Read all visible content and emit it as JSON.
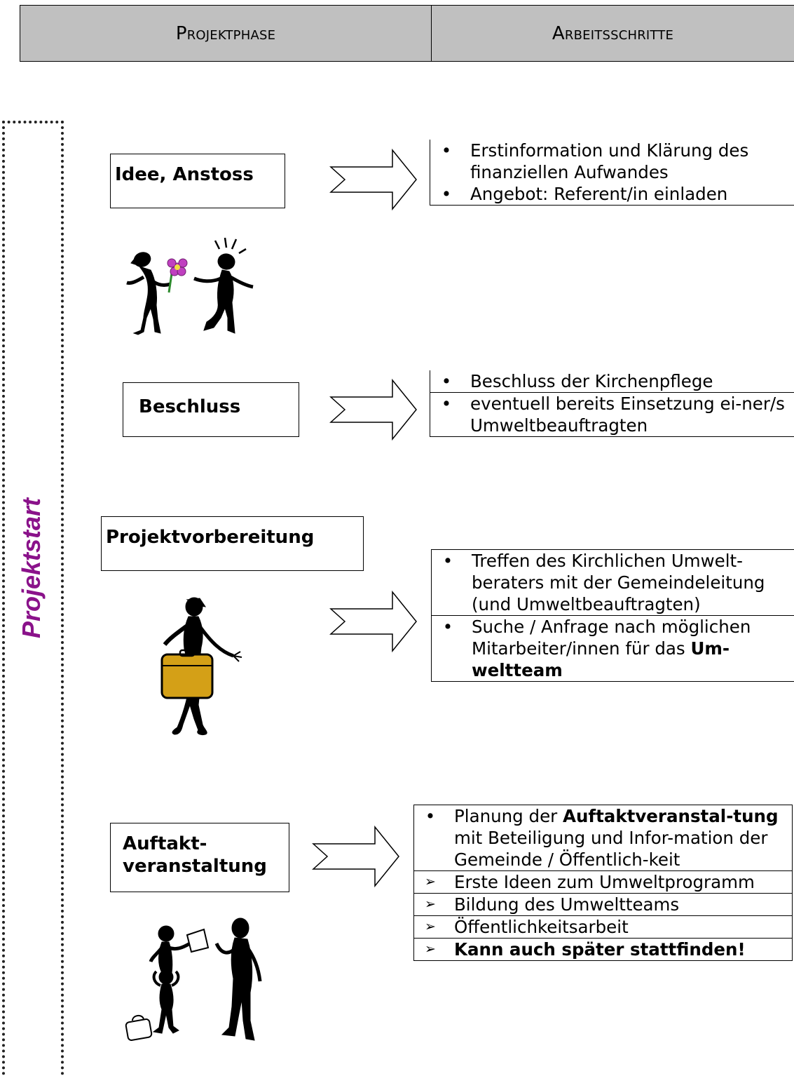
{
  "header": {
    "left_label": "Projektphase",
    "right_label": "Arbeitsschritte"
  },
  "side_label": "Projektstart",
  "phases": [
    {
      "label": "Idee, Anstoss",
      "steps": [
        {
          "marker": "•",
          "text": "Erstinformation und Klärung des finanziellen Aufwandes"
        },
        {
          "marker": "•",
          "text": "Angebot: Referent/in einladen"
        }
      ]
    },
    {
      "label": "Beschluss",
      "steps": [
        {
          "marker": "•",
          "text": "Beschluss der Kirchenpflege"
        },
        {
          "marker": "•",
          "text": "eventuell bereits Einsetzung ei-ner/s Umweltbeauftragten"
        }
      ]
    },
    {
      "label": "Projektvorbereitung",
      "steps": [
        {
          "marker": "•",
          "text": "Treffen des Kirchlichen Umwelt-beraters mit der Gemeindeleitung (und Umweltbeauftragten)"
        },
        {
          "marker": "•",
          "text_before": "Suche / Anfrage nach möglichen Mitarbeiter/innen für das ",
          "text_bold": "Um-weltteam"
        }
      ]
    },
    {
      "label": "Auftakt-veranstaltung",
      "label_line1": "Auftakt-",
      "label_line2": "veranstaltung",
      "steps": [
        {
          "marker": "•",
          "text_before": "Planung der ",
          "text_bold": "Auftaktveranstal-tung",
          "text_after": "  mit Beteiligung und Infor-mation der Gemeinde / Öffentlich-keit"
        },
        {
          "marker": "➢",
          "text": "Erste Ideen zum Umweltprogramm"
        },
        {
          "marker": "➢",
          "text": "Bildung des Umweltteams"
        },
        {
          "marker": "➢",
          "text": "Öffentlichkeitsarbeit"
        },
        {
          "marker": "➢",
          "text_bold": "Kann auch später stattfinden!"
        }
      ]
    }
  ],
  "colors": {
    "header_bg": "#c0c0c0",
    "side_label": "#8a128a",
    "suitcase": "#d4a017"
  },
  "icons": [
    "flower-greeting-clipart",
    "suitcase-person-clipart",
    "group-discussion-clipart"
  ]
}
